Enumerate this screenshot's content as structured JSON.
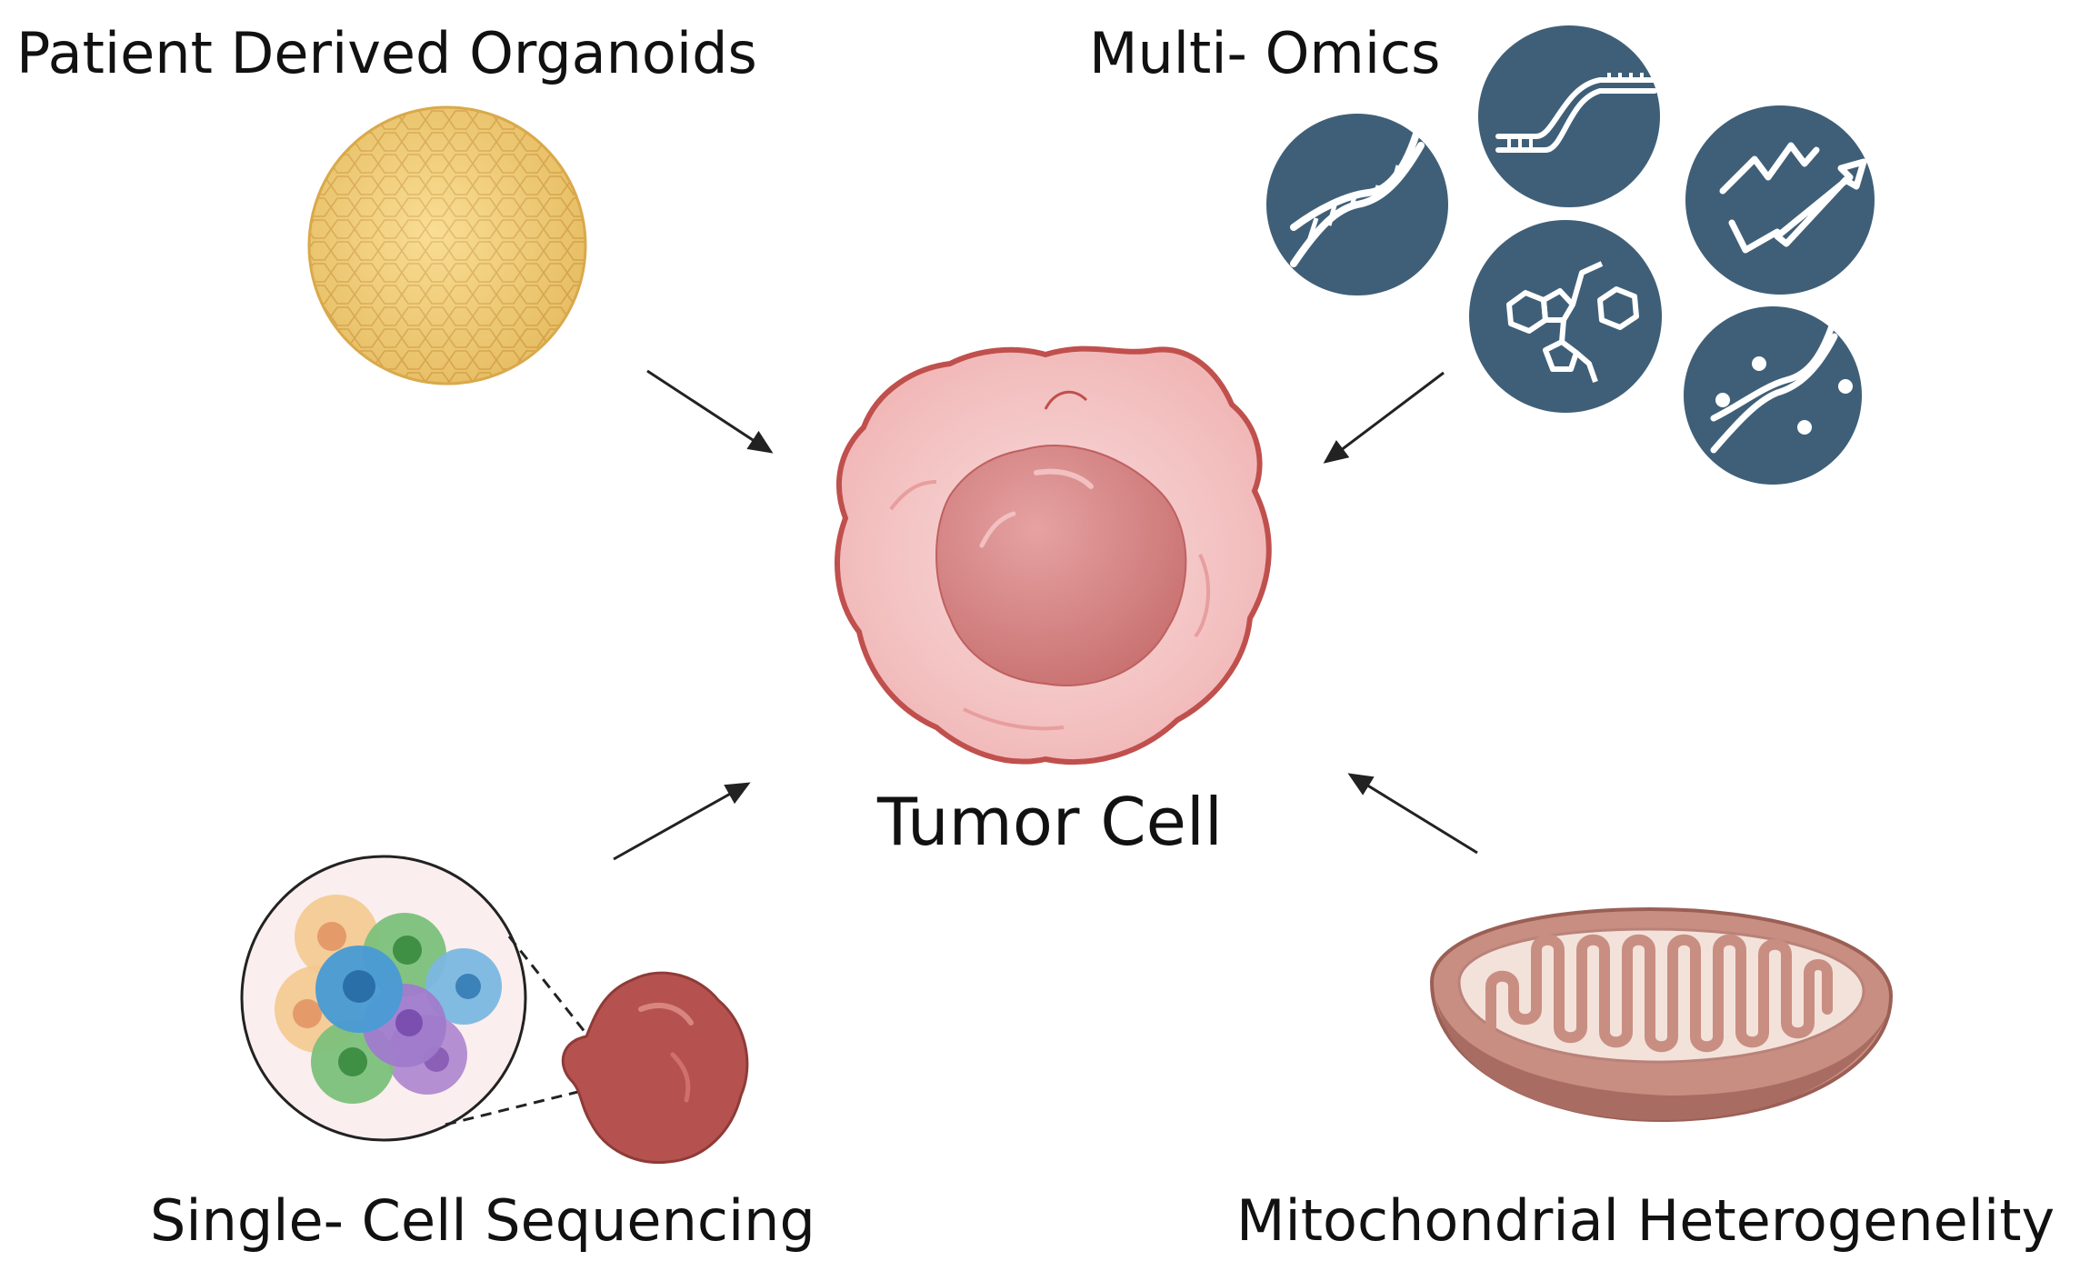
{
  "labels": {
    "organoids": "Patient Derived Organoids",
    "omics": "Multi- Omics",
    "tumor": "Tumor Cell",
    "single_cell": "Single- Cell Sequencing",
    "mitochondria": "Mitochondrial Heterogenelity"
  },
  "colors": {
    "organoid_fill": "#f6d27a",
    "organoid_edge": "#d9a94a",
    "omics_circle": "#3f5f78",
    "tumor_outer": "#f5c6c6",
    "tumor_edge": "#c0504d",
    "tumor_nucleus": "#d98585",
    "mito_outer": "#c98e82",
    "mito_inner": "#f3e2da",
    "biopsy": "#b5524f",
    "arrow": "#222222"
  },
  "icons": [
    "dna-helix-icon",
    "rna-strand-icon",
    "protein-structure-icon",
    "metabolite-molecule-icon",
    "modified-dna-icon"
  ]
}
